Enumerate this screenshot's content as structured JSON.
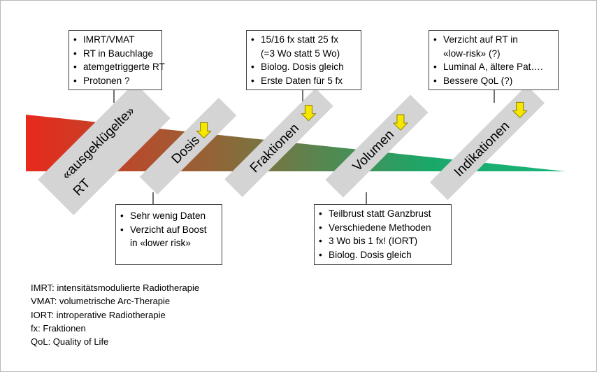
{
  "stages": [
    {
      "id": "rt",
      "label_line1": "«ausgeklügelte»",
      "label_line2": "RT"
    },
    {
      "id": "dosis",
      "label": "Dosis",
      "arrow": "down-arrow-icon"
    },
    {
      "id": "fraktionen",
      "label": "Fraktionen",
      "arrow": "down-arrow-icon"
    },
    {
      "id": "volumen",
      "label": "Volumen",
      "arrow": "down-arrow-icon"
    },
    {
      "id": "indikationen",
      "label": "Indikationen",
      "arrow": "down-arrow-icon"
    }
  ],
  "boxes": {
    "rt": [
      "IMRT/VMAT",
      "RT in Bauchlage",
      "atemgetriggerte RT",
      "Protonen ?"
    ],
    "dosis": [
      "Sehr wenig Daten",
      "Verzicht auf Boost",
      "in «lower risk»"
    ],
    "fraktionen": [
      "15/16 fx statt 25 fx",
      "(=3 Wo statt 5 Wo)",
      "Biolog. Dosis gleich",
      "Erste Daten für 5 fx"
    ],
    "volumen": [
      "Teilbrust statt Ganzbrust",
      "Verschiedene Methoden",
      "3 Wo bis 1 fx! (IORT)",
      "Biolog. Dosis gleich"
    ],
    "indikationen": [
      "Verzicht auf RT in",
      "«low-risk» (?)",
      "Luminal A, ältere Pat….",
      "Bessere QoL (?)"
    ]
  },
  "legend": [
    "IMRT: intensitätsmodulierte Radiotherapie",
    "VMAT: volumetrische Arc-Therapie",
    "IORT: introperative Radiotherapie",
    "fx: Fraktionen",
    "QoL: Quality of Life"
  ],
  "colors": {
    "gradient_start": "#e8291c",
    "gradient_mid": "#8a6a3a",
    "gradient_end": "#1aa86a",
    "banner": "#d4d4d4",
    "arrow_fill": "#f6e600",
    "arrow_stroke": "#8a8200",
    "box_border": "#404040"
  }
}
